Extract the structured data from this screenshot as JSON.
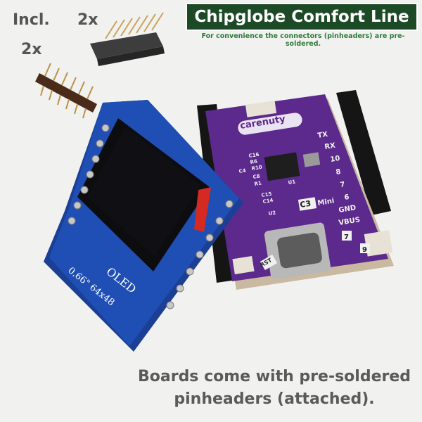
{
  "header": {
    "incl": "Incl.",
    "count_female": "2x",
    "count_male": "2x",
    "banner_title": "Chipglobe Comfort Line",
    "banner_subtitle": "For convenience the connectors (pinheaders) are pre-soldered."
  },
  "caption": {
    "line1": "Boards come with pre-soldered",
    "line2": "pinheaders (attached)."
  },
  "board_c3": {
    "brand": "carenuty",
    "model": "C3",
    "model_suffix": "Mini",
    "pin_tx": "TX",
    "pin_rx": "RX",
    "pin_10": "10",
    "pin_8": "8",
    "pin_7": "7",
    "pin_6": "6",
    "pin_gnd": "GND",
    "pin_vbus": "VBUS",
    "rst": "RST",
    "num_7": "7",
    "num_9": "9",
    "c16": "C16",
    "r6": "R6",
    "r10": "R10",
    "c4": "C4",
    "c8": "C8",
    "r1": "R1",
    "c15": "C15",
    "c14": "C14",
    "u1": "U1",
    "u2": "U2"
  },
  "board_oled": {
    "label": "OLED",
    "size": "0.66\" 64x48"
  },
  "colors": {
    "banner_bg": "#1d4a26",
    "purple_pcb": "#5b2a8c",
    "blue_pcb": "#1f4fb5"
  }
}
